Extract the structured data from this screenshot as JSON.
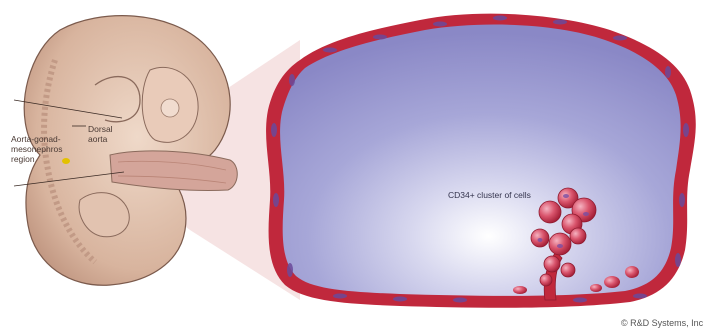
{
  "labels": {
    "aorta_gonad": "Aorta-gonad-\nmesonephros\nregion",
    "dorsal_aorta": "Dorsal\naorta",
    "cd34_cluster": "CD34+ cluster of cells"
  },
  "copyright": "© R&D Systems, Inc",
  "colors": {
    "lumen": "#9b9bd2",
    "vessel_wall": "#c0283c",
    "cell_nucleus": "#6b4a9a",
    "embryo_skin": "#d8b7a3",
    "zoom_cone": "#f2dada",
    "aorta_marker": "#e3c100"
  }
}
